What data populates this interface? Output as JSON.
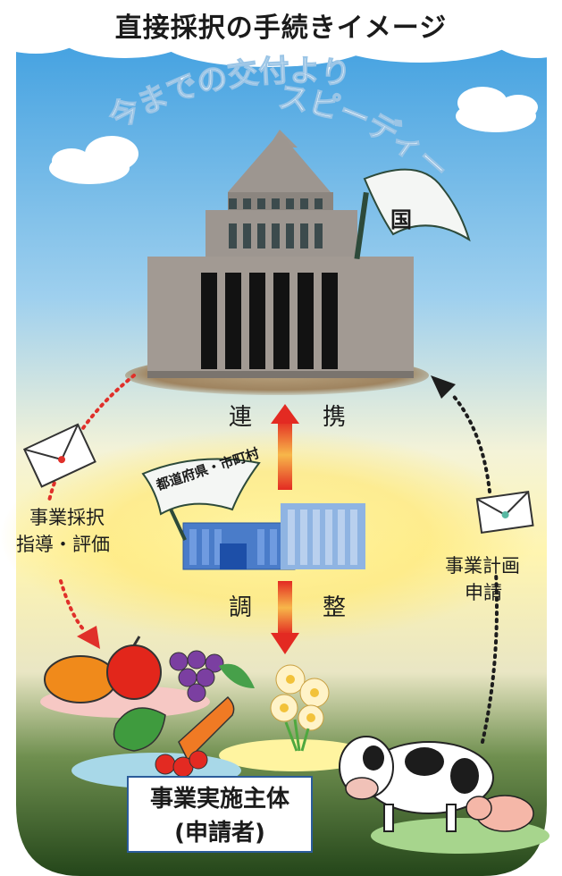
{
  "title": "直接採択の手続きイメージ",
  "speed_note": {
    "line1": "今までの交付より",
    "line2": "スピーディー"
  },
  "national_flag": {
    "label": "国"
  },
  "prefecture_flag": {
    "label": "都道府県・市町村"
  },
  "cooperation": {
    "left": "連",
    "right": "携"
  },
  "adjustment": {
    "left": "調",
    "right": "整"
  },
  "left_flow": {
    "line1": "事業採択",
    "line2": "指導・評価"
  },
  "right_flow": {
    "line1": "事業計画",
    "line2": "申請"
  },
  "applicant": {
    "line1": "事業実施主体",
    "line2": "(申請者)"
  },
  "colors": {
    "sky_top": "#4aa3e0",
    "ground": "#3d6a2c",
    "arrow_red": "#e0302a",
    "arrow_dark": "#1d1d1d"
  }
}
